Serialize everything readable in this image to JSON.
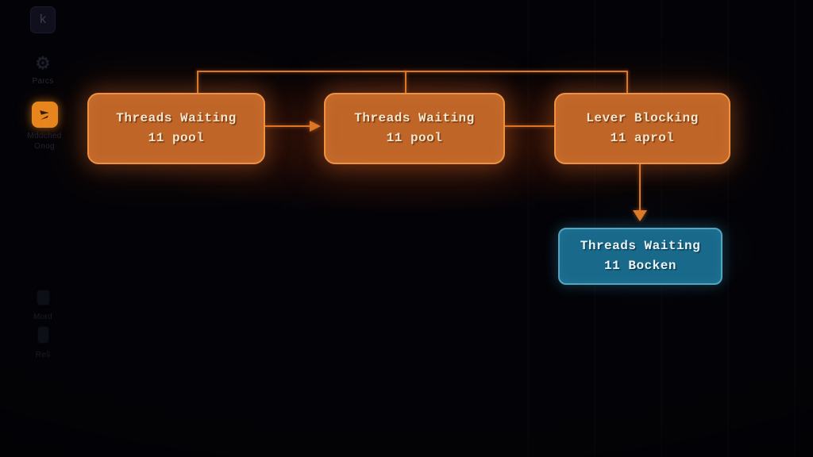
{
  "sidebar": {
    "app_tile_letter": "k",
    "items": [
      {
        "id": "parcs",
        "label": "Parcs",
        "icon": "gear-icon",
        "glyph": "⚙"
      },
      {
        "id": "modded",
        "label_line1": "Mddched",
        "label_line2": "Onog",
        "icon": "swap-layers-icon"
      },
      {
        "id": "mord",
        "label": "Mord",
        "icon": "faint-file-icon"
      },
      {
        "id": "rell",
        "label": "Rell",
        "icon": "faint-app-icon"
      }
    ]
  },
  "diagram": {
    "nodes": [
      {
        "line1": "Threads Waiting",
        "line2": "11 pool",
        "color": "orange"
      },
      {
        "line1": "Threads Waiting",
        "line2": "11 pool",
        "color": "orange"
      },
      {
        "line1": "Lever Blocking",
        "line2": "11 aprol",
        "color": "orange"
      },
      {
        "line1": "Threads Waiting",
        "line2": "11 Bocken",
        "color": "blue"
      }
    ]
  },
  "colors": {
    "background": "#030307",
    "node_orange_fill": "#bf6528",
    "node_orange_border": "#ee9140",
    "node_orange_text": "#f3e6cb",
    "node_blue_fill": "#19698b",
    "node_blue_border": "#4ea6c2",
    "node_blue_text": "#eaf4f8",
    "connector": "#de7a28",
    "sidebar_tile_orange": "#e8871e"
  }
}
